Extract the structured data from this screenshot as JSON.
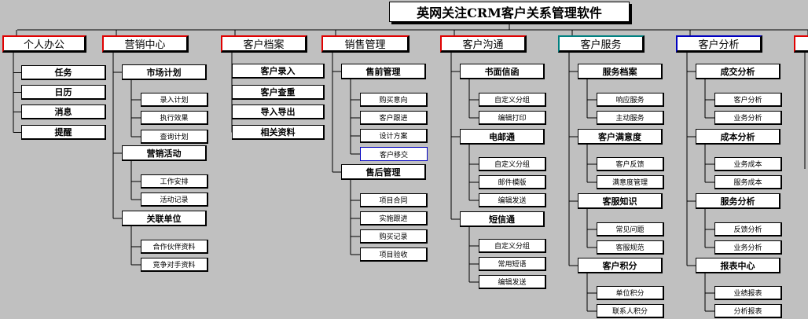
{
  "title": "英网关注CRM客户关系管理软件",
  "departments": [
    {
      "label": "个人办公",
      "color": "#e00000",
      "groups": [
        {
          "items": [
            "任务",
            "日历",
            "消息",
            "提醒"
          ]
        }
      ]
    },
    {
      "label": "营销中心",
      "color": "#e00000",
      "groups": [
        {
          "label": "市场计划",
          "items": [
            "录入计划",
            "执行效果",
            "查询计划"
          ]
        },
        {
          "label": "营销活动",
          "items": [
            "工作安排",
            "活动记录"
          ]
        },
        {
          "label": "关联单位",
          "items": [
            "合作伙伴资料",
            "竞争对手资料"
          ]
        }
      ]
    },
    {
      "label": "客户档案",
      "color": "#e00000",
      "groups": [
        {
          "items": [
            "客户录入",
            "客户查重",
            "导入导出",
            "相关资料"
          ]
        }
      ]
    },
    {
      "label": "销售管理",
      "color": "#e00000",
      "groups": [
        {
          "label": "售前管理",
          "items": [
            "购买意向",
            "客户跟进",
            "设计方案",
            "客户移交"
          ]
        },
        {
          "label": "售后管理",
          "items": [
            "项目合同",
            "实施跟进",
            "购买记录",
            "项目验收"
          ]
        }
      ]
    },
    {
      "label": "客户沟通",
      "color": "#e00000",
      "groups": [
        {
          "label": "书面信函",
          "items": [
            "自定义分组",
            "编辑打印"
          ]
        },
        {
          "label": "电邮通",
          "items": [
            "自定义分组",
            "邮件模版",
            "编辑发送"
          ]
        },
        {
          "label": "短信通",
          "items": [
            "自定义分组",
            "常用短语",
            "编辑发送"
          ]
        }
      ]
    },
    {
      "label": "客户服务",
      "color": "#008080",
      "groups": [
        {
          "label": "服务档案",
          "items": [
            "响应服务",
            "主动服务"
          ]
        },
        {
          "label": "客户满意度",
          "items": [
            "客户反馈",
            "满意度管理"
          ]
        },
        {
          "label": "客服知识",
          "items": [
            "常见问题",
            "客服规范"
          ]
        },
        {
          "label": "客户积分",
          "items": [
            "单位积分",
            "联系人积分"
          ]
        }
      ]
    },
    {
      "label": "客户分析",
      "color": "#0000c0",
      "groups": [
        {
          "label": "成交分析",
          "items": [
            "客户分析",
            "业务分析"
          ]
        },
        {
          "label": "成本分析",
          "items": [
            "业务成本",
            "服务成本"
          ]
        },
        {
          "label": "服务分析",
          "items": [
            "反馈分析",
            "业务分析"
          ]
        },
        {
          "label": "报表中心",
          "items": [
            "业绩报表",
            "分析报表"
          ]
        }
      ]
    },
    {
      "label": "",
      "color": "#e00000",
      "groups": []
    }
  ]
}
